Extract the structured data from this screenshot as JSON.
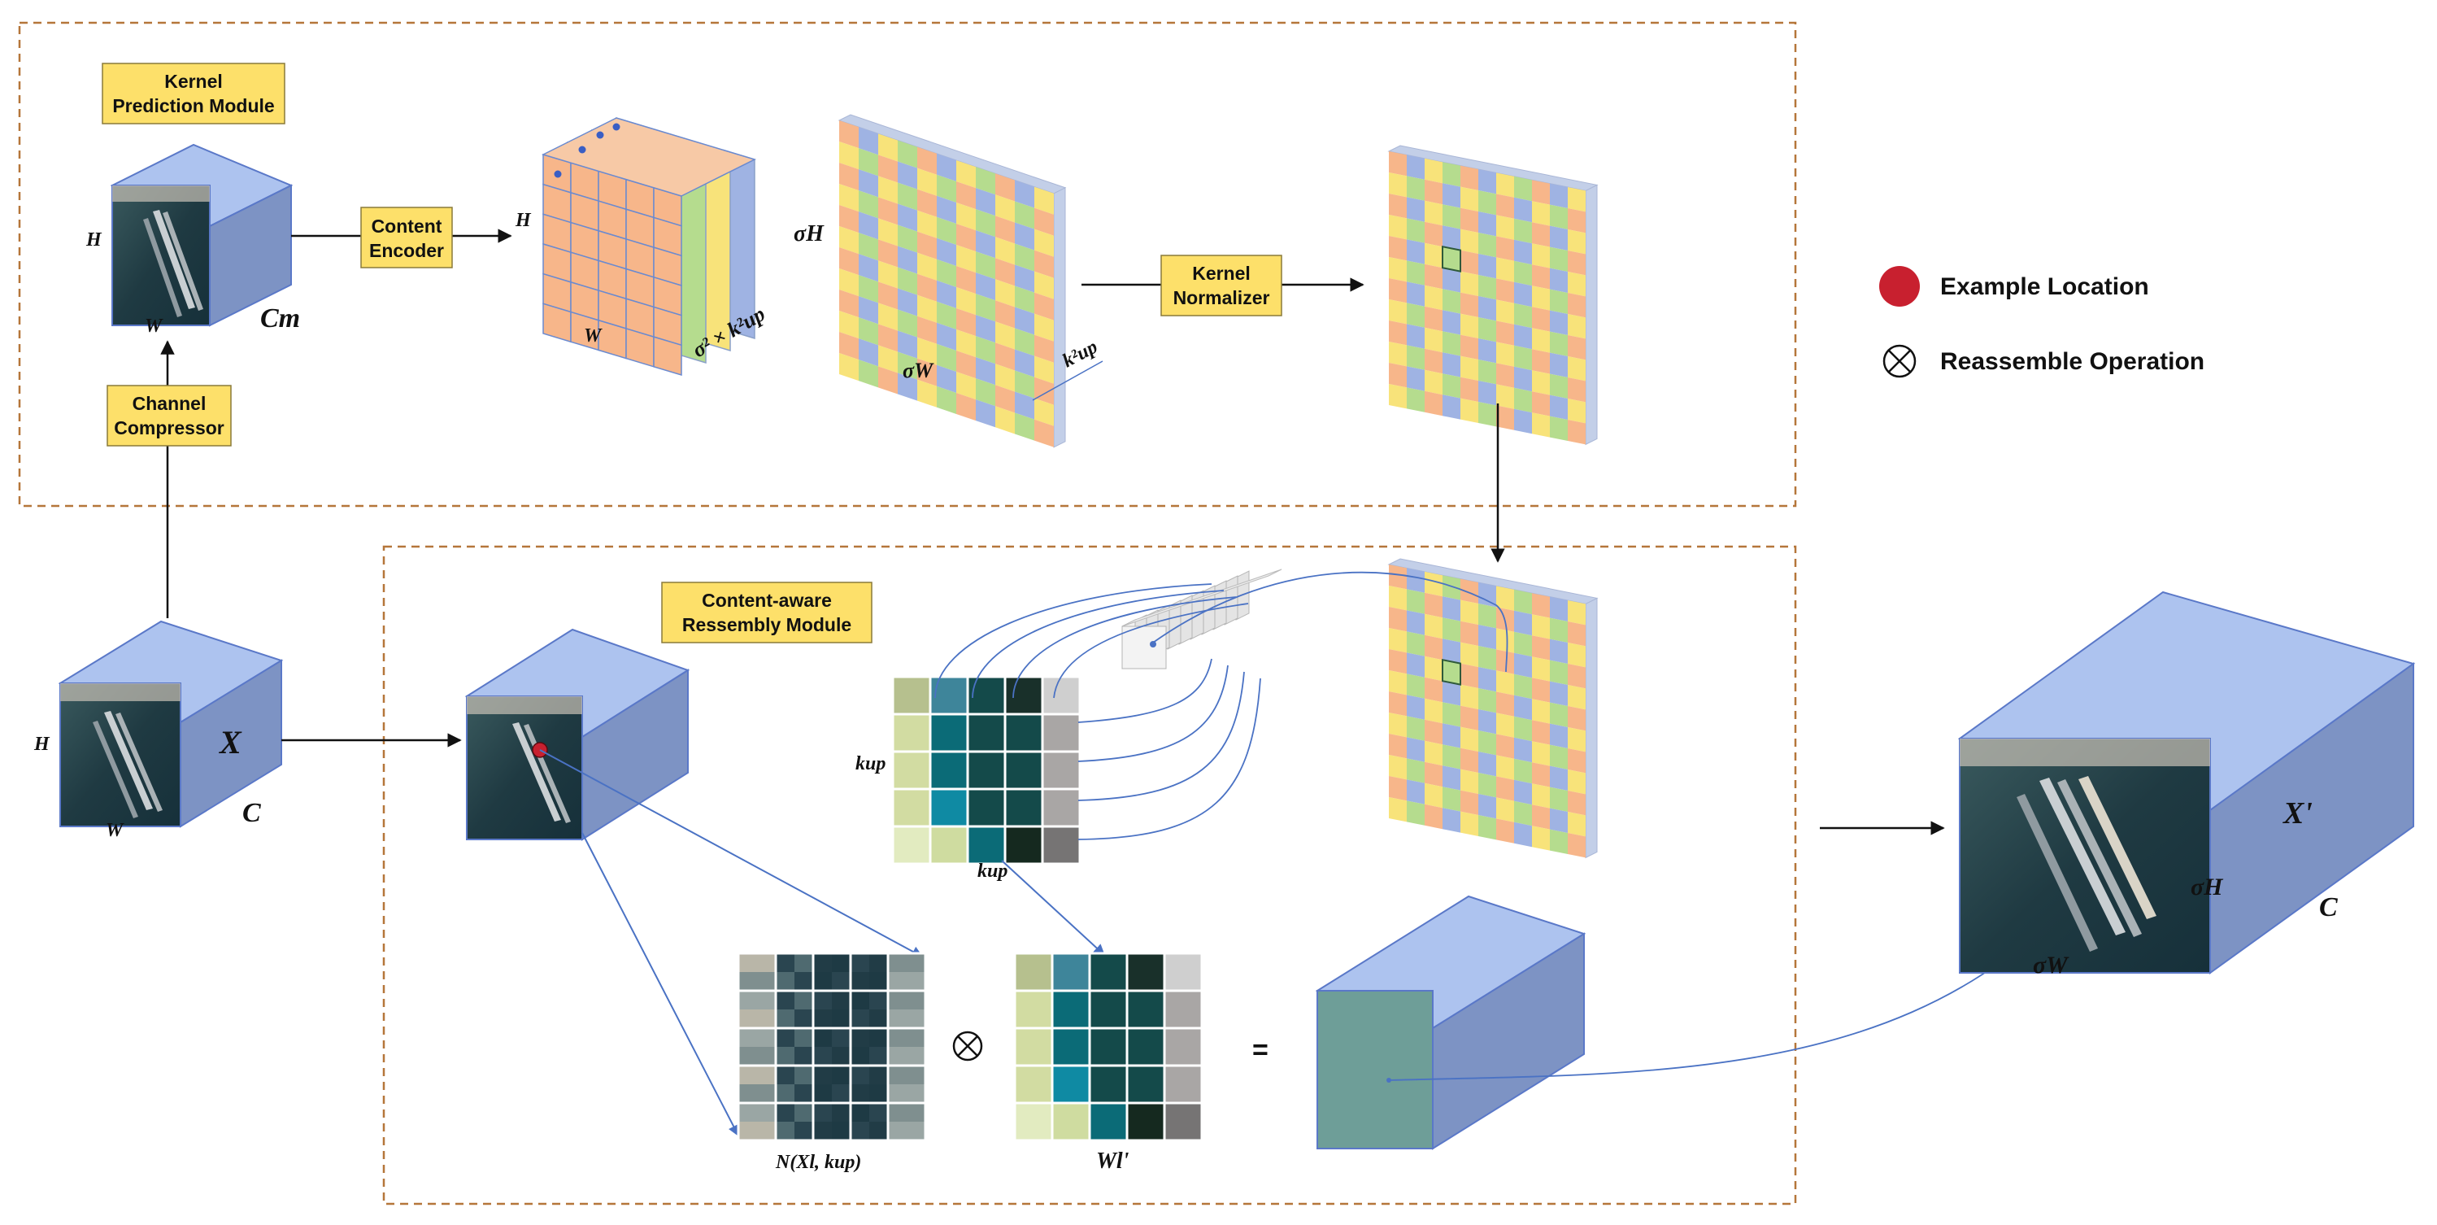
{
  "colors": {
    "frame_border": "#b5763a",
    "box_fill": "#fde06a",
    "box_border": "#8a7a3a",
    "cube_top": "#adc3ef",
    "cube_side": "#7d93c4",
    "cube_edge": "#5a78c8",
    "arrow": "#111111",
    "curve": "#4a72c4",
    "marker_red": "#c8202f",
    "grid_palette": [
      "#f7b68a",
      "#9fb3e3",
      "#f8e37a",
      "#b5dc8e"
    ],
    "output_front": "#6e9e98"
  },
  "modules": {
    "kernel_prediction": [
      "Kernel",
      "Prediction Module"
    ],
    "content_encoder": [
      "Content",
      "Encoder"
    ],
    "channel_compressor": [
      "Channel",
      "Compressor"
    ],
    "kernel_normalizer": [
      "Kernel",
      "Normalizer"
    ],
    "content_aware": [
      "Content-aware",
      "Ressembly Module"
    ]
  },
  "labels": {
    "H": "H",
    "W": "W",
    "Cm": "Cm",
    "X": "X",
    "C": "C",
    "sigmaH": "σH",
    "sigmaW": "σW",
    "sigmaW_out": "σW",
    "sigma_k": "σ² × k²up",
    "k2up": "k²up",
    "kup": "kup",
    "neigh": "N(Xl, kup)",
    "Wl": "Wl'",
    "Xprime": "X'",
    "otimes": "⊗",
    "equals": "="
  },
  "legend": {
    "example_location": "Example Location",
    "reassemble_operation": "Reassemble Operation"
  }
}
